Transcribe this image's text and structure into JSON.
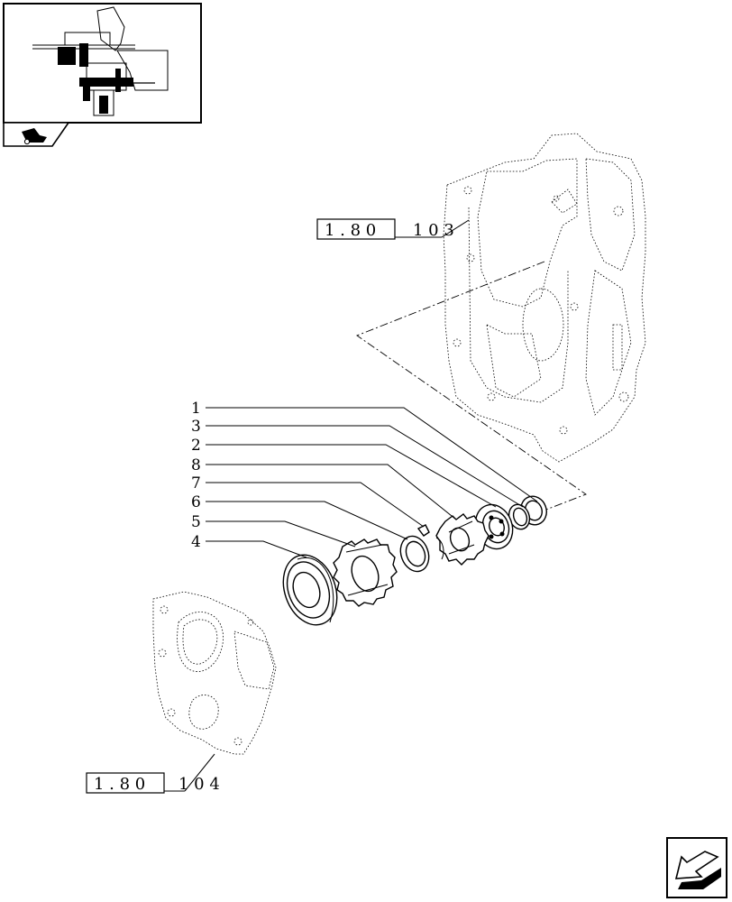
{
  "diagram": {
    "callouts": [
      "1",
      "3",
      "2",
      "8",
      "7",
      "6",
      "5",
      "4"
    ],
    "references": {
      "upper": {
        "box": "1 . 8 0",
        "suffix": "1   0 3"
      },
      "lower": {
        "box": "1 . 8 0",
        "suffix": "1   0 4"
      }
    }
  },
  "icons": {
    "thumbnail": "assembly-thumbnail-icon",
    "tab": "tractor-tab-icon",
    "nav": "next-page-arrow-icon"
  }
}
